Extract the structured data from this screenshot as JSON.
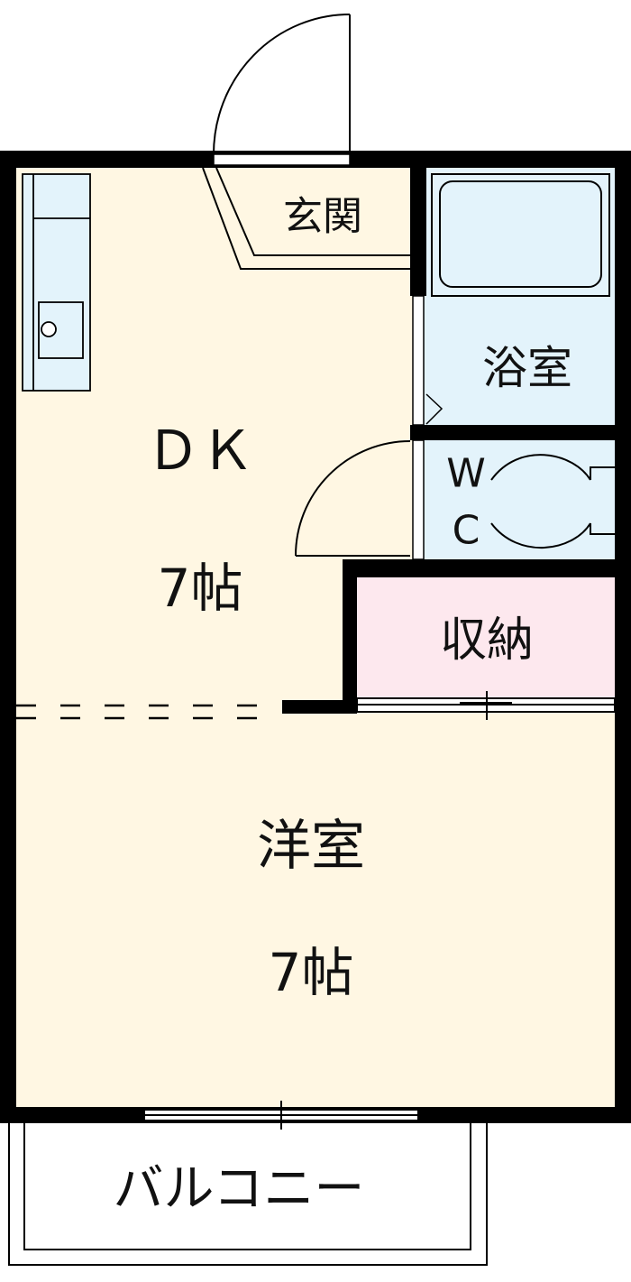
{
  "rooms": {
    "entrance": {
      "label": "玄関"
    },
    "bath": {
      "label": "浴室"
    },
    "wc": {
      "label_w": "W",
      "label_c": "C"
    },
    "dk": {
      "label": "ＤＫ",
      "size": "7帖"
    },
    "storage": {
      "label": "収納"
    },
    "western": {
      "label": "洋室",
      "size": "7帖"
    },
    "balcony": {
      "label": "バルコニー"
    }
  },
  "colors": {
    "floor": "#fff7e3",
    "wet": "#e3f3fb",
    "storage": "#fde8ee",
    "wall": "#000000"
  }
}
